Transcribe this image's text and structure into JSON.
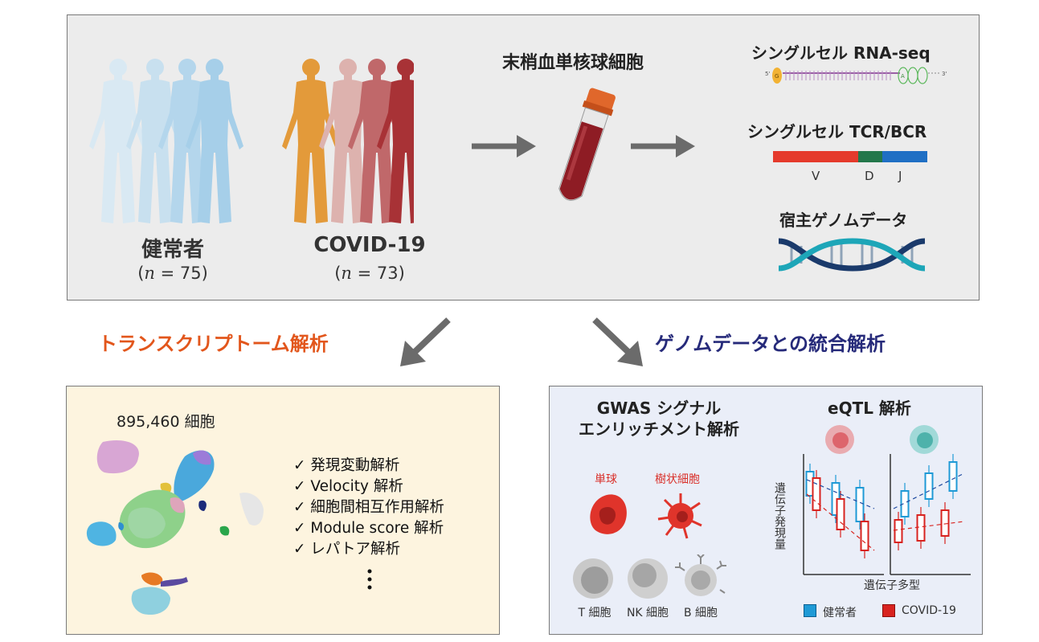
{
  "top_panel": {
    "healthy": {
      "label": "健常者",
      "n_label": "n",
      "n_value": "= 75)"
    },
    "covid": {
      "label": "COVID-19",
      "n_label": "n",
      "n_value": "= 73)"
    },
    "sample_title": "末梢血単核球細胞",
    "assays": [
      {
        "title": "シングルセル RNA-seq"
      },
      {
        "title": "シングルセル TCR/BCR",
        "segments": [
          "V",
          "D",
          "J"
        ]
      },
      {
        "title": "宿主ゲノムデータ"
      }
    ],
    "rna_labels": {
      "five_prime": "5'",
      "three_prime": "3'",
      "cap": "G",
      "polya": "A"
    }
  },
  "branches": {
    "left": "トランスクリプトーム解析",
    "right": "ゲノムデータとの統合解析"
  },
  "left_panel": {
    "cell_count": "895,460 細胞",
    "analyses": [
      "発現変動解析",
      "Velocity 解析",
      "細胞間相互作用解析",
      "Module score 解析",
      "レパトア解析"
    ],
    "check_mark": "✓"
  },
  "right_panel": {
    "gwas_title_line1": "GWAS シグナル",
    "gwas_title_line2": "エンリッチメント解析",
    "highlighted_cells": [
      "単球",
      "樹状細胞"
    ],
    "other_cells": [
      "T 細胞",
      "NK 細胞",
      "B 細胞"
    ],
    "eqtl_title": "eQTL 解析",
    "y_axis_label": "遺伝子発現量",
    "x_axis_label": "遺伝子多型",
    "legend": [
      "健常者",
      "COVID-19"
    ]
  },
  "colors": {
    "healthy_blue": "#1f9ad6",
    "covid_red": "#d8231f",
    "accent_orange": "#e2561c",
    "accent_navy": "#262a7a",
    "arrow_gray": "#6b6b6b"
  }
}
